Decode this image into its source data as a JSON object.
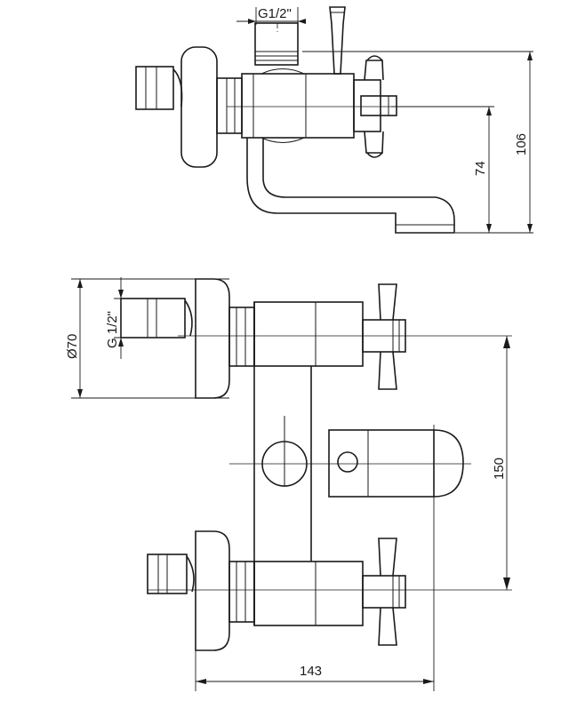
{
  "dimensions": {
    "top_thread": "G1/2\"",
    "height_106": "106",
    "height_74": "74",
    "diameter_70": "Ø70",
    "front_thread": "G 1/2\"",
    "spacing_150": "150",
    "width_143": "143"
  },
  "colors": {
    "line": "#1a1a1a",
    "background": "#ffffff"
  }
}
